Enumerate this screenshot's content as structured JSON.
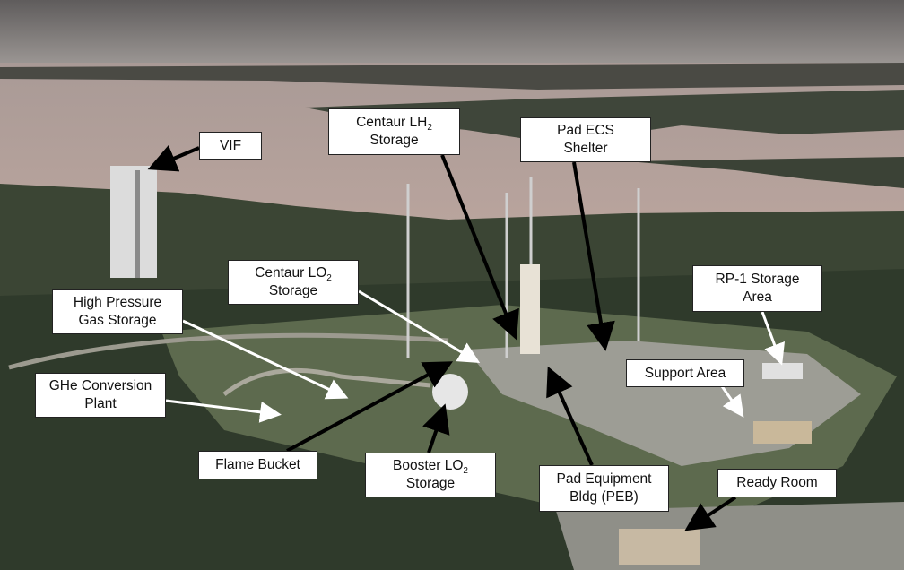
{
  "labels": {
    "vif": {
      "line1": "VIF"
    },
    "centaur_lh2": {
      "line1": "Centaur LH",
      "sub": "2",
      "line2": "Storage"
    },
    "pad_ecs": {
      "line1": "Pad ECS",
      "line2": "Shelter"
    },
    "centaur_lo2": {
      "line1": "Centaur LO",
      "sub": "2",
      "line2": "Storage"
    },
    "hp_gas": {
      "line1": "High Pressure",
      "line2": "Gas Storage"
    },
    "ghe": {
      "line1": "GHe Conversion",
      "line2": "Plant"
    },
    "rp1": {
      "line1": "RP-1 Storage",
      "line2": "Area"
    },
    "support": {
      "line1": "Support Area"
    },
    "flame_bucket": {
      "line1": "Flame Bucket"
    },
    "booster_lo2": {
      "line1": "Booster LO",
      "sub": "2",
      "line2": "Storage"
    },
    "peb": {
      "line1": "Pad Equipment",
      "line2": "Bldg (PEB)"
    },
    "ready_room": {
      "line1": "Ready Room"
    }
  }
}
